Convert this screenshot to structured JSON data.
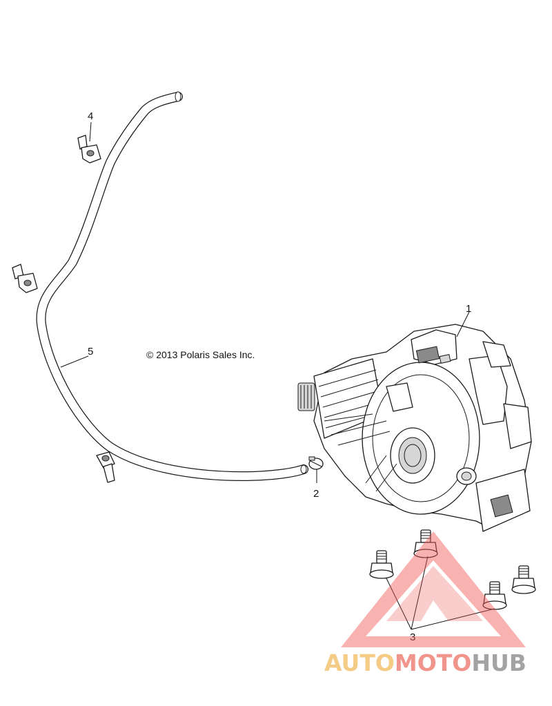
{
  "diagram": {
    "copyright": "© 2013 Polaris Sales Inc.",
    "callouts": {
      "c1": "1",
      "c2": "2",
      "c3": "3",
      "c4": "4",
      "c5": "5"
    },
    "parts": [
      {
        "ref": "1",
        "icon": "gearcase-assembly-icon"
      },
      {
        "ref": "2",
        "icon": "hose-clamp-icon"
      },
      {
        "ref": "3",
        "icon": "flange-bolt-icon"
      },
      {
        "ref": "4",
        "icon": "hose-retainer-clip-icon"
      },
      {
        "ref": "5",
        "icon": "vent-hose-icon"
      }
    ]
  },
  "watermark": {
    "brand_part1": "AUTO",
    "brand_part2": "MOTO",
    "brand_part3": "HUB",
    "colors": {
      "auto": "#f3c77a",
      "moto": "#f08a80",
      "hub": "#9a9a9a",
      "triangle": "#ef5a55"
    }
  }
}
